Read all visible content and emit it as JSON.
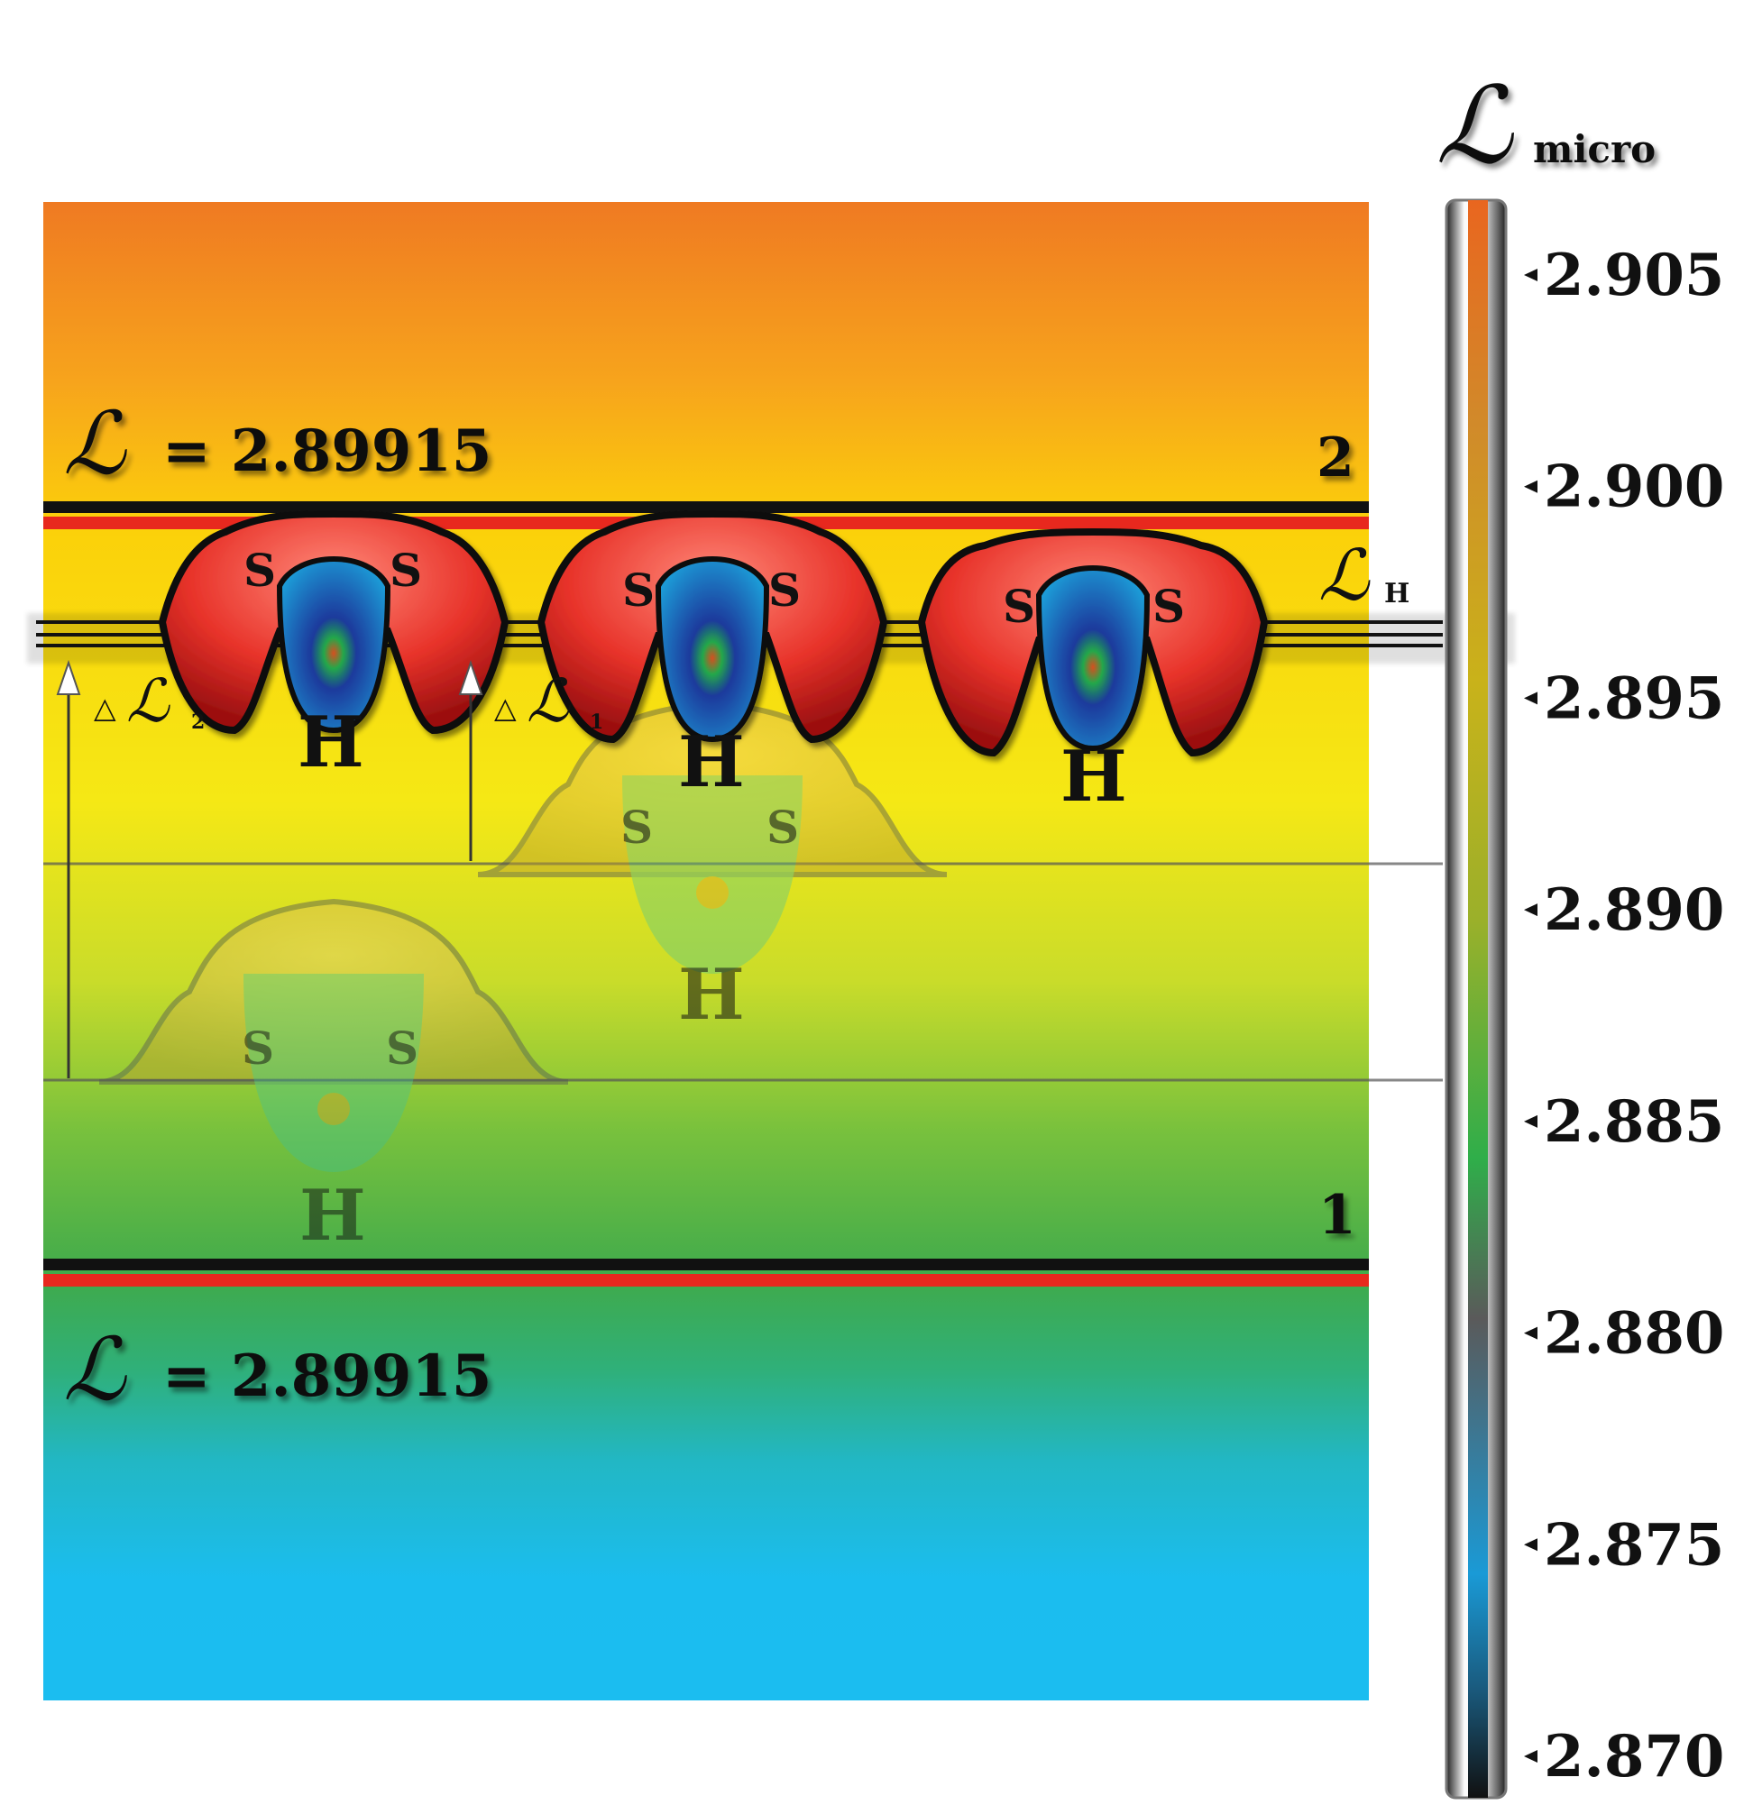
{
  "top_region": {
    "symbol": "ℒ",
    "equation": "= 2.89915",
    "level_number": "2"
  },
  "bottom_region": {
    "symbol": "ℒ",
    "equation": "= 2.89915",
    "level_number": "1"
  },
  "hydrogen_level": {
    "symbol": "ℒ",
    "subscript": "H"
  },
  "delta_2": {
    "prefix": "△",
    "symbol": "ℒ",
    "subscript": "2"
  },
  "delta_1": {
    "prefix": "△",
    "symbol": "ℒ",
    "subscript": "1"
  },
  "molecule": {
    "sulfur_label": "S",
    "hydrogen_label": "H"
  },
  "colorbar": {
    "title_symbol": "ℒ",
    "title_subscript": "micro",
    "ticks": [
      "2.905",
      "2.900",
      "2.895",
      "2.890",
      "2.885",
      "2.880",
      "2.875",
      "2.870"
    ],
    "min": 2.87,
    "max": 2.907,
    "colors": [
      "#111111",
      "#1a9ad6",
      "#2fae4a",
      "#8cc63f",
      "#d9d71c",
      "#f4d300",
      "#f3a21c",
      "#e9661f"
    ]
  }
}
